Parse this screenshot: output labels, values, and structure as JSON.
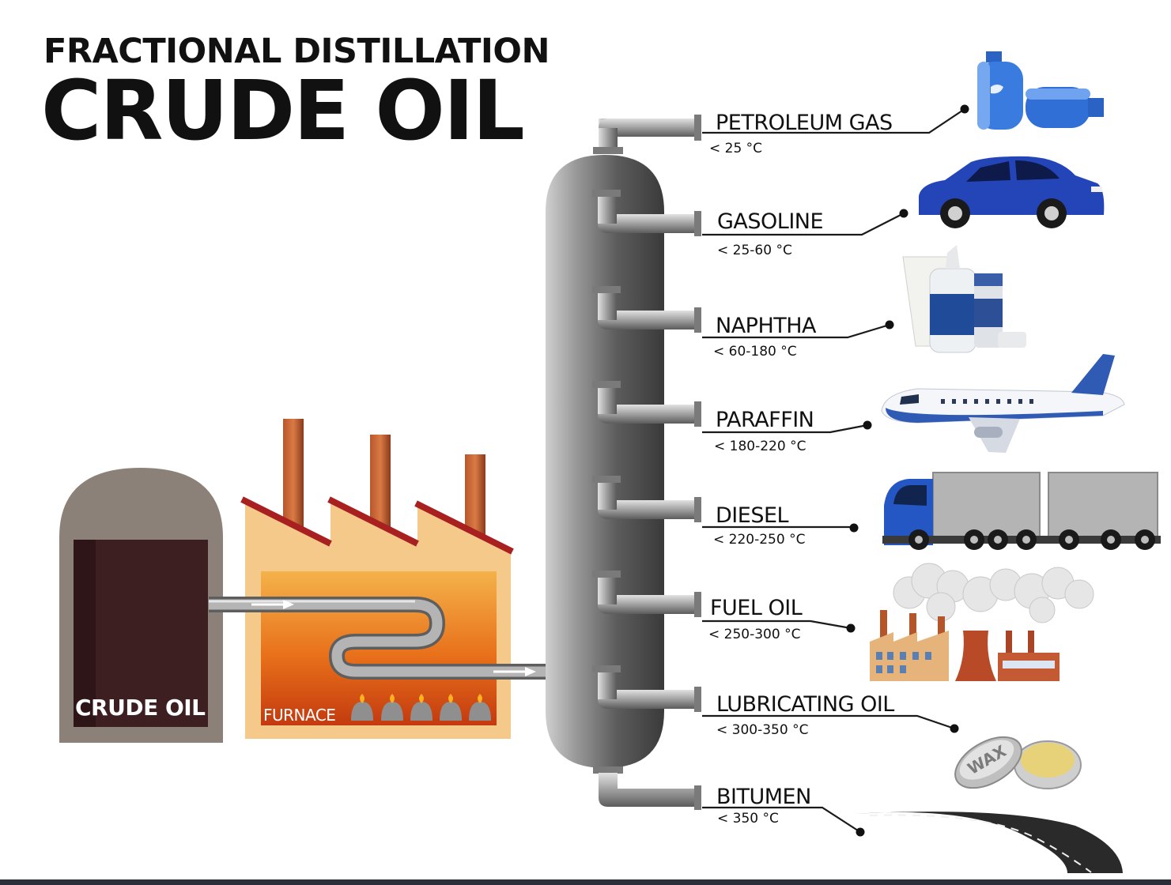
{
  "title": {
    "line1": "FRACTIONAL DISTILLATION",
    "line2": "CRUDE OIL"
  },
  "source": {
    "label": "CRUDE OIL"
  },
  "furnace": {
    "label": "FURNACE"
  },
  "products": [
    {
      "name": "PETROLEUM GAS",
      "temp": "< 25 °C",
      "icon": "gas-cylinder-icon"
    },
    {
      "name": "GASOLINE",
      "temp": "< 25-60 °C",
      "icon": "car-icon"
    },
    {
      "name": "NAPHTHA",
      "temp": "< 60-180 °C",
      "icon": "bottles-icon"
    },
    {
      "name": "PARAFFIN",
      "temp": "< 180-220 °C",
      "icon": "airplane-icon"
    },
    {
      "name": "DIESEL",
      "temp": "< 220-250 °C",
      "icon": "truck-icon"
    },
    {
      "name": "FUEL OIL",
      "temp": "< 250-300 °C",
      "icon": "factory-icon"
    },
    {
      "name": "LUBRICATING OIL",
      "temp": "< 300-350 °C",
      "icon": "wax-tin-icon"
    },
    {
      "name": "BITUMEN",
      "temp": "< 350 °C",
      "icon": "road-icon"
    }
  ],
  "wax_label": "WAX",
  "colors": {
    "tower": "#8a8a8a",
    "tank": "#3d1f22",
    "factory_wall": "#f4c98a",
    "furnace_hot": "#e8701a",
    "roof": "#a82020",
    "car": "#2345b8",
    "cylinder": "#3a7be0",
    "plane": "#2f5bb5"
  }
}
